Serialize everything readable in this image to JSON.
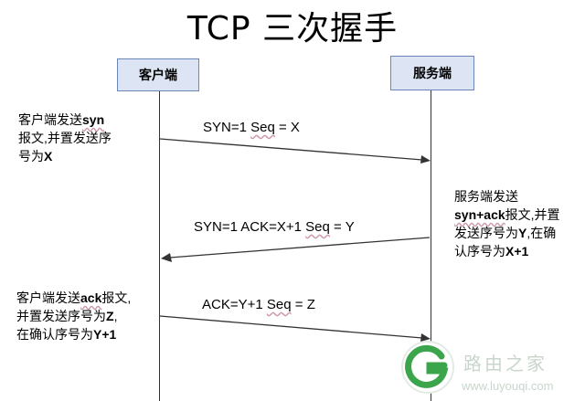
{
  "title": "TCP 三次握手",
  "participants": {
    "client": "客户端",
    "server": "服务端"
  },
  "notes": {
    "step1": {
      "a": "客户端发送",
      "b": "syn",
      "c": "报文,并置发送序",
      "d": "号为",
      "e": "X"
    },
    "step2": {
      "a": "服务端发送",
      "b": "syn+ack",
      "c": "报文,并置",
      "d": "发送序号为",
      "e": "Y",
      "f": ",在确",
      "g": "认序号为",
      "h": "X+1"
    },
    "step3": {
      "a": "客户端发送",
      "b": "ack",
      "c": "报文,",
      "d": "并置发送序号为",
      "e": "Z",
      "f": ",",
      "g": "在确认序号为",
      "h": "Y+1"
    }
  },
  "messages": {
    "m1": {
      "a": "SYN=1  ",
      "b": "Seq",
      "c": " = X"
    },
    "m2": {
      "a": "SYN=1  ACK=X+1 ",
      "b": "Seq",
      "c": " = Y"
    },
    "m3": {
      "a": "ACK=Y+1 ",
      "b": "Seq",
      "c": " = Z"
    }
  },
  "watermark": {
    "cn": "路由之家",
    "url": "www.luyouqi.com"
  },
  "colors": {
    "box_fill": "#dde5f4",
    "box_border": "#6a86b8",
    "logo_green": "#3aa54a"
  }
}
